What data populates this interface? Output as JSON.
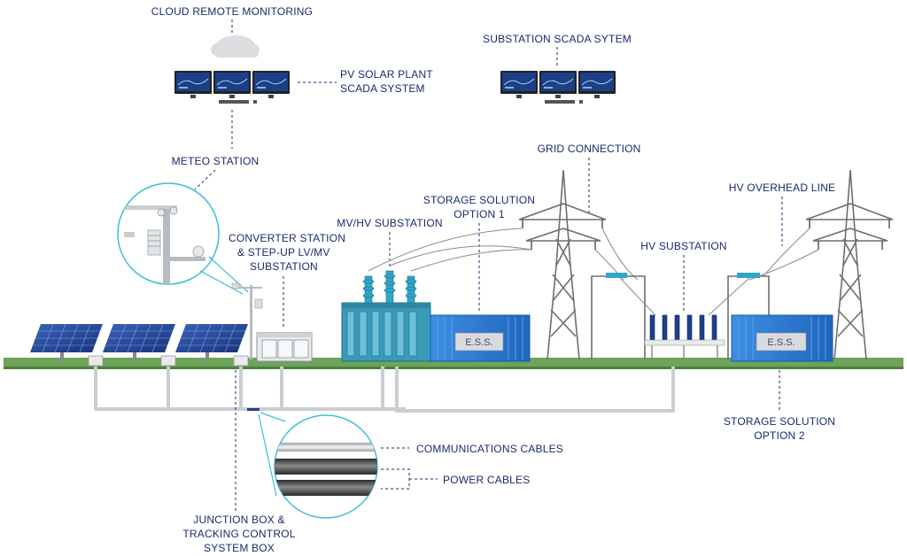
{
  "labels": {
    "cloud_remote_monitoring": "CLOUD REMOTE MONITORING",
    "pv_scada_line1": "PV SOLAR PLANT",
    "pv_scada_line2": "SCADA SYSTEM",
    "substation_scada": "SUBSTATION SCADA SYTEM",
    "meteo_station": "METEO STATION",
    "grid_connection": "GRID CONNECTION",
    "storage_opt1_line1": "STORAGE SOLUTION",
    "storage_opt1_line2": "OPTION 1",
    "mv_hv_substation": "MV/HV SUBSTATION",
    "hv_overhead_line": "HV OVERHEAD LINE",
    "converter_line1": "CONVERTER STATION",
    "converter_line2": "& STEP-UP LV/MV",
    "converter_line3": "SUBSTATION",
    "hv_substation": "HV SUBSTATION",
    "storage_opt2_line1": "STORAGE SOLUTION",
    "storage_opt2_line2": "OPTION 2",
    "communications_cables": "COMMUNICATIONS CABLES",
    "power_cables": "POWER CABLES",
    "junction_line1": "JUNCTION BOX &",
    "junction_line2": "TRACKING CONTROL",
    "junction_line3": "SYSTEM BOX"
  },
  "ess_label": "E.S.S.",
  "colors": {
    "label": "#1b2a6b",
    "ground": "#6ea35a",
    "container": "#2f7fd6",
    "transformer": "#3a9ab8",
    "panel": "#1f3f8f",
    "callout": "#3bbfd6"
  }
}
